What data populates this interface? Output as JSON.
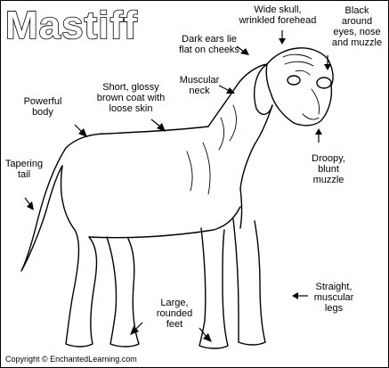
{
  "title": "Mastiff",
  "labels": {
    "skull": "Wide skull,\nwrinkled forehead",
    "eyes": "Black\naround\neyes, nose\nand muzzle",
    "ears": "Dark ears lie\nflat on cheeks",
    "neck": "Muscular\nneck",
    "coat": "Short, glossy\nbrown coat with\nloose skin",
    "body": "Powerful\nbody",
    "tail": "Tapering\ntail",
    "muzzle": "Droopy,\nblunt\nmuzzle",
    "legs": "Straight,\nmuscular\nlegs",
    "feet": "Large,\nrounded\nfeet"
  },
  "copyright": "Copyright © EnchantedLearning.com"
}
